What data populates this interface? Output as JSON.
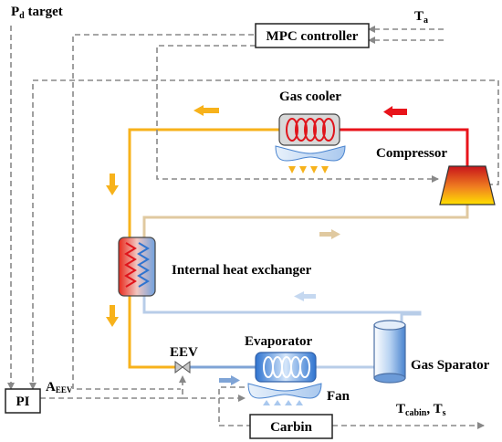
{
  "labels": {
    "pd_target": {
      "main": "P",
      "sub": "d",
      "rest": " target"
    },
    "ta": {
      "main": "T",
      "sub": "a"
    },
    "mpc_controller": "MPC controller",
    "gas_cooler": "Gas cooler",
    "compressor": "Compressor",
    "internal_heat_exchanger": "Internal heat exchanger",
    "eev": "EEV",
    "evaporator": "Evaporator",
    "gas_separator": "Gas Sparator",
    "fan": "Fan",
    "pi": "PI",
    "a_eev": {
      "main": "A",
      "sub": "EEV"
    },
    "t_outputs": {
      "t1": "T",
      "s1": "cabin",
      "sep": ", T",
      "s2": "s"
    },
    "carbin": "Carbin"
  },
  "colors": {
    "high_pressure": "#e8141b",
    "after_cooler": "#f7b21b",
    "suction_line": "#e0c9a0",
    "low_pressure": "#b8cde8",
    "evap_line": "#7fa4d6",
    "control_signal": "#888888"
  }
}
